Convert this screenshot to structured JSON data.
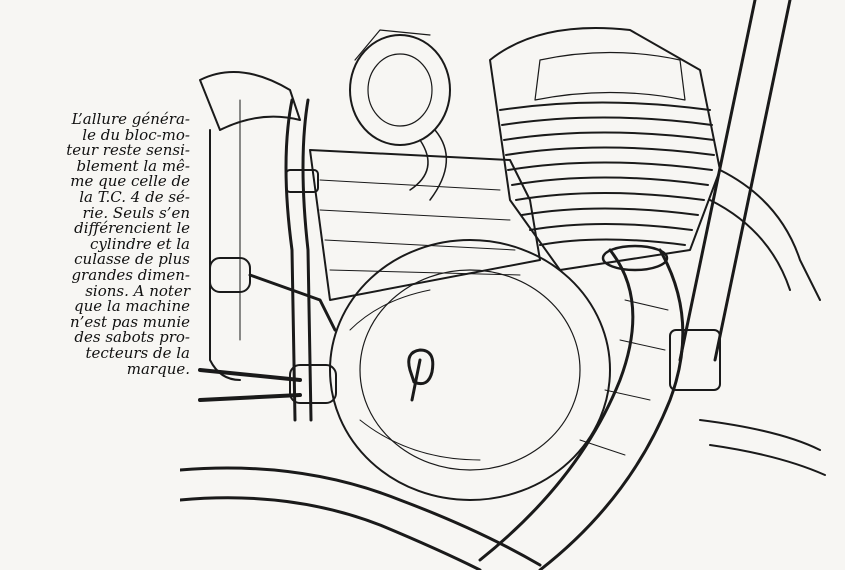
{
  "caption": {
    "lines": [
      "L’allure généra-",
      "le du bloc-mo-",
      "teur reste sensi-",
      "blement la mê-",
      "me que celle de",
      "la T.C. 4 de sé-",
      "rie. Seuls s’en",
      "différencient le",
      "cylindre et la",
      "culasse de plus",
      "grandes dimen-",
      "sions. A noter",
      "que la machine",
      "n’est pas munie",
      "des sabots pro-",
      "tecteurs de la",
      "marque."
    ]
  },
  "illustration": {
    "subject": "engine-block-drawing",
    "ink_color": "#1a1a1a",
    "paper_color": "#f7f6f3"
  }
}
